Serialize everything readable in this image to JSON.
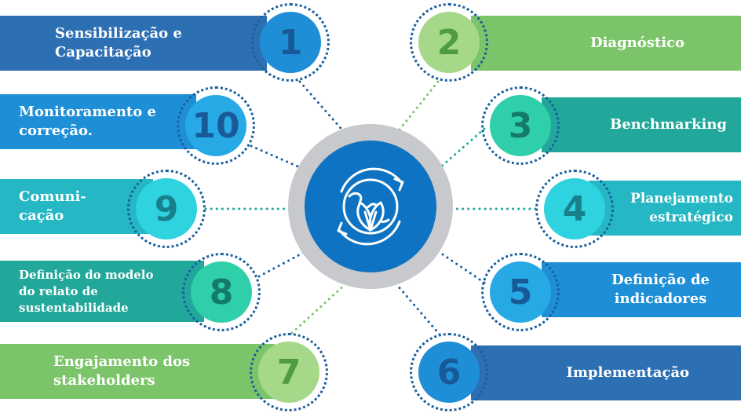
{
  "steps": [
    {
      "num": "1",
      "lines": [
        "Sensibilização e",
        "Capacitação"
      ]
    },
    {
      "num": "2",
      "lines": [
        "Diagnóstico"
      ]
    },
    {
      "num": "3",
      "lines": [
        "Benchmarking"
      ]
    },
    {
      "num": "4",
      "lines": [
        "Planejamento",
        "estratégico"
      ]
    },
    {
      "num": "5",
      "lines": [
        "Definição de",
        "indicadores"
      ]
    },
    {
      "num": "6",
      "lines": [
        "Implementação"
      ]
    },
    {
      "num": "7",
      "lines": [
        "Engajamento dos",
        "stakeholders"
      ]
    },
    {
      "num": "8",
      "lines": [
        "Definição do modelo",
        "do relato de",
        "sustentabilidade"
      ]
    },
    {
      "num": "9",
      "lines": [
        "Comuni-",
        "cação"
      ]
    },
    {
      "num": "10",
      "lines": [
        "Monitoramento e",
        "correção."
      ]
    }
  ],
  "colors": {
    "navy": "#2d6fb3",
    "blue": "#1e8fd6",
    "lightgreen": "#7cc46a",
    "teal": "#21a89a",
    "cyan": "#25b7c4",
    "hub": "#0d73c2",
    "ring": "#c7c9cc",
    "dots": "#1a5f9e"
  },
  "hub_icon": "globe-leaf-cycle-icon"
}
